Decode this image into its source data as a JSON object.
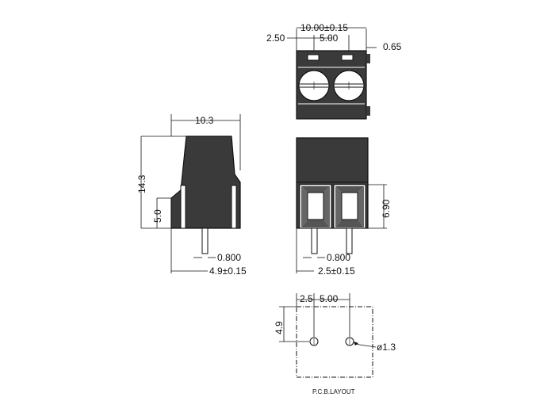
{
  "top_view": {
    "dim_total_width": "10.00±0.15",
    "dim_offset": "2.50",
    "dim_pitch": "5.00",
    "dim_side": "0.65"
  },
  "side_view": {
    "dim_width": "10.3",
    "dim_height": "14.3",
    "dim_lower_height": "5.0",
    "dim_pin": "0.800",
    "dim_base": "4.9±0.15"
  },
  "front_view": {
    "dim_window_height": "6.90",
    "dim_pin": "0.800",
    "dim_base": "2.5±0.15"
  },
  "pcb_layout": {
    "dim_offset": "2.5",
    "dim_pitch": "5.00",
    "dim_vertical": "4.9",
    "dim_hole": "ø1.3",
    "caption": "P.C.B.LAYOUT"
  },
  "colors": {
    "body": "#3a3a3a",
    "line": "#111111",
    "background": "#ffffff"
  }
}
